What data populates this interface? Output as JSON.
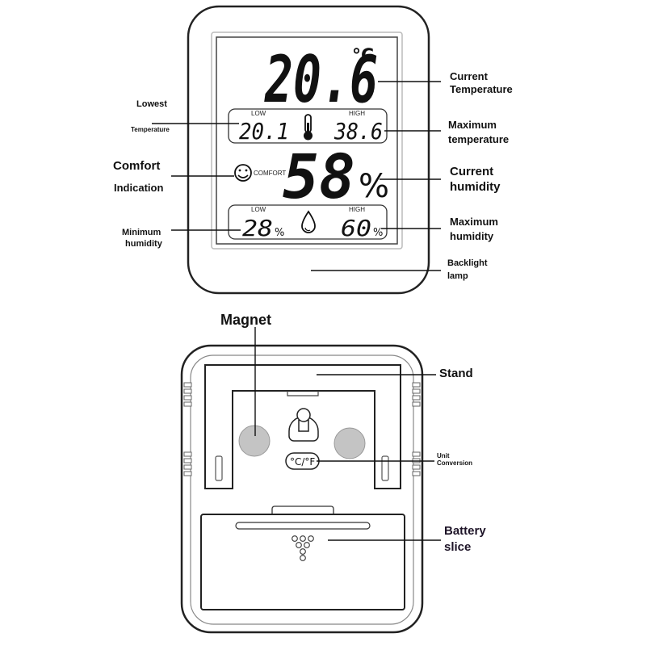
{
  "front_display": {
    "current_temperature": "20.6",
    "temperature_unit": "°C",
    "low_tag": "LOW",
    "high_tag": "HIGH",
    "low_temperature": "20.1",
    "high_temperature": "38.6",
    "comfort_tag": "COMFORT",
    "current_humidity": "58",
    "humidity_unit": "%",
    "low_humidity": "28",
    "high_humidity": "60",
    "small_percent": "%"
  },
  "back_panel": {
    "unit_button": "°C/°F"
  },
  "labels": {
    "lowest": "Lowest",
    "temperature_small": "Temperature",
    "current_temperature_1": "Current",
    "current_temperature_2": "Temperature",
    "maximum_temperature_1": "Maximum",
    "maximum_temperature_2": "temperature",
    "comfort": "Comfort",
    "indication": "Indication",
    "current_humidity_1": "Current",
    "current_humidity_2": "humidity",
    "minimum_humidity_1": "Minimum",
    "minimum_humidity_2": "humidity",
    "maximum_humidity_1": "Maximum",
    "maximum_humidity_2": "humidity",
    "backlight_1": "Backlight",
    "backlight_2": "lamp",
    "magnet": "Magnet",
    "stand": "Stand",
    "unit_1": "Unit",
    "unit_2": "Conversion",
    "battery_1": "Battery",
    "battery_2": "slice"
  }
}
